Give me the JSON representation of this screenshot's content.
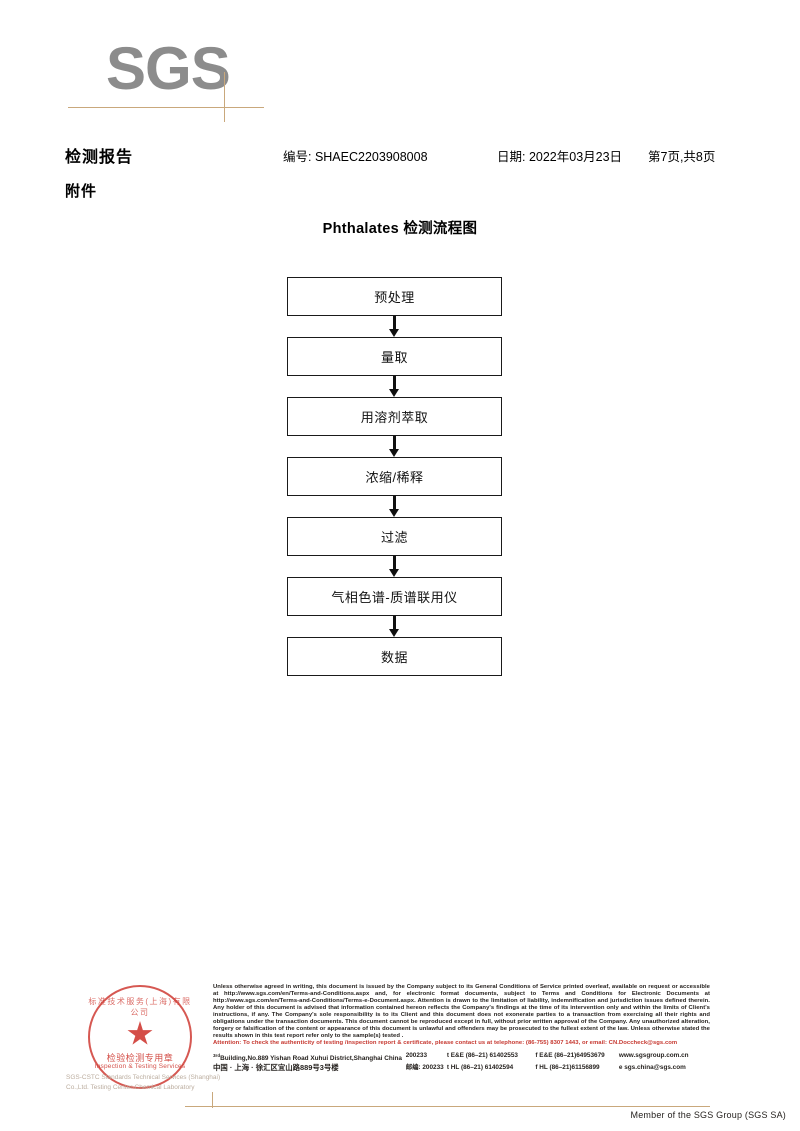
{
  "brand": {
    "logo_text": "SGS",
    "logo_color": "#8c8c8c",
    "rule_color": "#c9a87c"
  },
  "header": {
    "report_title": "检测报告",
    "report_no": "编号: SHAEC2203908008",
    "report_date": "日期: 2022年03月23日",
    "page_info": "第7页,共8页",
    "attachment_label": "附件"
  },
  "flowchart": {
    "title": "Phthalates 检测流程图",
    "steps": [
      {
        "label": "预处理"
      },
      {
        "label": "量取"
      },
      {
        "label": "用溶剂萃取"
      },
      {
        "label": "浓缩/稀释"
      },
      {
        "label": "过滤"
      },
      {
        "label": "气相色谱-质谱联用仪"
      },
      {
        "label": "数据"
      }
    ]
  },
  "stamp": {
    "arc_top": "标准技术服务(上海)有限公司",
    "cn_label": "检验检测专用章",
    "en_label": "Inspection & Testing Services",
    "color": "#cf3b34",
    "faded_text": "SGS-CSTC Standards Technical Services (Shanghai) Co.,Ltd. Testing Center-Chemical Laboratory"
  },
  "footer": {
    "disclaimer": "Unless otherwise agreed in writing, this document is issued by the Company subject to its General Conditions of Service printed overleaf, available on request or accessible at http://www.sgs.com/en/Terms-and-Conditions.aspx and, for electronic format documents, subject to Terms and Conditions for Electronic Documents at http://www.sgs.com/en/Terms-and-Conditions/Terms-e-Document.aspx. Attention is drawn to the limitation of liability, indemnification and jurisdiction issues defined therein. Any holder of this document is advised that information contained hereon reflects the Company's findings at the time of its intervention only and within the limits of Client's instructions, if any. The Company's sole responsibility is to its Client and this document does not exonerate parties to a transaction from exercising all their rights and obligations under the transaction documents. This document cannot be reproduced except in full, without prior written approval of the Company. Any unauthorized alteration, forgery or falsification of the content or appearance of this document is unlawful and offenders may be prosecuted to the fullest extent of the law. Unless otherwise stated the results shown in this test report refer only to the sample(s) tested .",
    "attention": "Attention: To check the authenticity of testing /inspection report & certificate, please contact us at telephone: (86-755) 8307 1443, or email: CN.Doccheck@sgs.com",
    "attention_color": "#c6372f",
    "address_en": "Building,No.889 Yishan Road Xuhui District,Shanghai China",
    "address_en_sup": "3rd",
    "address_cn": "中国 · 上海 · 徐汇区宜山路889号3号楼",
    "zip_en": "200233",
    "zip_cn": "邮编: 200233",
    "tel_en": "t E&E (86–21) 61402553",
    "tel_cn": "t HL (86–21) 61402594",
    "fax_en": "f E&E (86–21)64953679",
    "fax_cn": "f HL (86–21)61156899",
    "web": "www.sgsgroup.com.cn",
    "email": "e  sgs.china@sgs.com",
    "member": "Member of the SGS Group (SGS SA)"
  }
}
